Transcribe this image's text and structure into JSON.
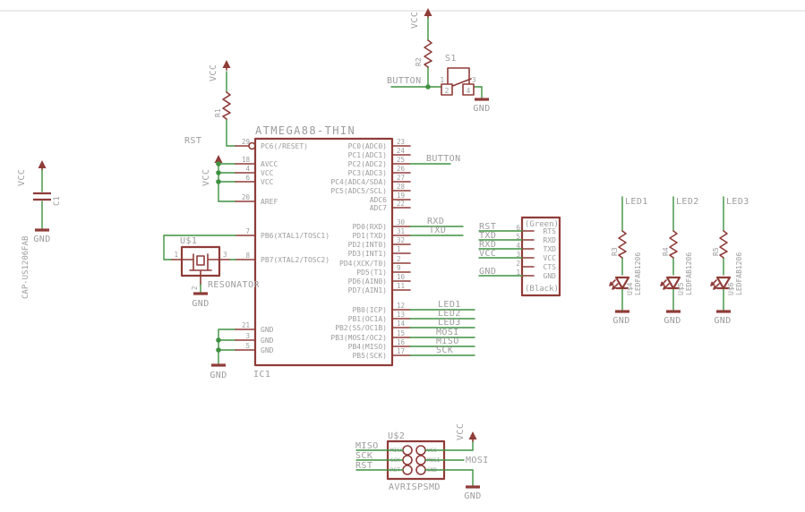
{
  "colors": {
    "symbol": "#8f3c38",
    "wire": "#3f9140",
    "text": "#9c9c9c",
    "background": "#ffffff",
    "frame_line": "#d9d9d9"
  },
  "power": {
    "vcc": "VCC",
    "gnd": "GND"
  },
  "ic": {
    "name": "ATMEGA88-THIN",
    "refdes": "IC1",
    "rst_net": "RST",
    "left_pins": [
      {
        "num": "29",
        "name": "PC6(/RESET)"
      },
      {
        "num": "18",
        "name": "AVCC"
      },
      {
        "num": "4",
        "name": "VCC"
      },
      {
        "num": "6",
        "name": "VCC"
      },
      {
        "num": "20",
        "name": "AREF"
      },
      {
        "num": "7",
        "name": "PB6(XTAL1/TOSC1)"
      },
      {
        "num": "8",
        "name": "PB7(XTAL2/TOSC2)"
      },
      {
        "num": "21",
        "name": "GND"
      },
      {
        "num": "3",
        "name": "GND"
      },
      {
        "num": "5",
        "name": "GND"
      }
    ],
    "right_pins": [
      {
        "num": "23",
        "name": "PC0(ADC0)"
      },
      {
        "num": "24",
        "name": "PC1(ADC1)"
      },
      {
        "num": "25",
        "name": "PC2(ADC2)",
        "net": "BUTTON"
      },
      {
        "num": "26",
        "name": "PC3(ADC3)"
      },
      {
        "num": "27",
        "name": "PC4(ADC4/SDA)"
      },
      {
        "num": "28",
        "name": "PC5(ADC5/SCL)"
      },
      {
        "num": "19",
        "name": "ADC6"
      },
      {
        "num": "22",
        "name": "ADC7"
      },
      {
        "num": "30",
        "name": "PD0(RXD)",
        "net": "RXD"
      },
      {
        "num": "31",
        "name": "PD1(TXD)",
        "net": "TXD"
      },
      {
        "num": "32",
        "name": "PD2(INT0)"
      },
      {
        "num": "1",
        "name": "PD3(INT1)"
      },
      {
        "num": "2",
        "name": "PD4(XCK/T0)"
      },
      {
        "num": "9",
        "name": "PD5(T1)"
      },
      {
        "num": "10",
        "name": "PD6(AIN0)"
      },
      {
        "num": "11",
        "name": "PD7(AIN1)"
      },
      {
        "num": "12",
        "name": "PB0(ICP)",
        "net": "LED1"
      },
      {
        "num": "13",
        "name": "PB1(OC1A)",
        "net": "LED2"
      },
      {
        "num": "14",
        "name": "PB2(SS/OC1B)",
        "net": "LED3"
      },
      {
        "num": "15",
        "name": "PB3(MOSI/OC2)",
        "net": "MOSI"
      },
      {
        "num": "16",
        "name": "PB4(MISO)",
        "net": "MISO"
      },
      {
        "num": "17",
        "name": "PB5(SCK)",
        "net": "SCK"
      }
    ]
  },
  "cap": {
    "refdes": "C1",
    "value": "CAP-US1206FAB"
  },
  "r1": {
    "refdes": "R1"
  },
  "resonator": {
    "refdes": "U$1",
    "name": "RESONATOR",
    "pins": [
      "1",
      "3",
      "2"
    ]
  },
  "button_circuit": {
    "r2": "R2",
    "s1": "S1",
    "net": "BUTTON",
    "pins": [
      "1",
      "2",
      "3",
      "4"
    ]
  },
  "serial": {
    "top": "(Green)",
    "bottom": "(Black)",
    "pins": [
      {
        "num": "6",
        "name": "RTS",
        "ext": "RST"
      },
      {
        "num": "5",
        "name": "RXD",
        "ext": "TXD"
      },
      {
        "num": "4",
        "name": "TXD",
        "ext": "RXD"
      },
      {
        "num": "3",
        "name": "VCC",
        "ext": "VCC"
      },
      {
        "num": "2",
        "name": "CTS",
        "ext": ""
      },
      {
        "num": "1",
        "name": "GND",
        "ext": "GND"
      }
    ]
  },
  "leds": {
    "value": "LEDFAB1206",
    "columns": [
      {
        "net": "LED1",
        "r": "R3",
        "ref": "U$4"
      },
      {
        "net": "LED2",
        "r": "R4",
        "ref": "U$5"
      },
      {
        "net": "LED3",
        "r": "R5",
        "ref": "U$6"
      }
    ]
  },
  "isp": {
    "refdes": "U$2",
    "name": "AVRISPSMD",
    "left_pins": [
      {
        "name": "MISO",
        "ext": "MISO"
      },
      {
        "name": "SCK",
        "ext": "SCK"
      },
      {
        "name": "RST",
        "ext": "RST"
      }
    ],
    "right_pins": [
      {
        "name": "VCC"
      },
      {
        "name": "MOSI",
        "ext": "MOSI"
      },
      {
        "name": "GND"
      }
    ]
  }
}
